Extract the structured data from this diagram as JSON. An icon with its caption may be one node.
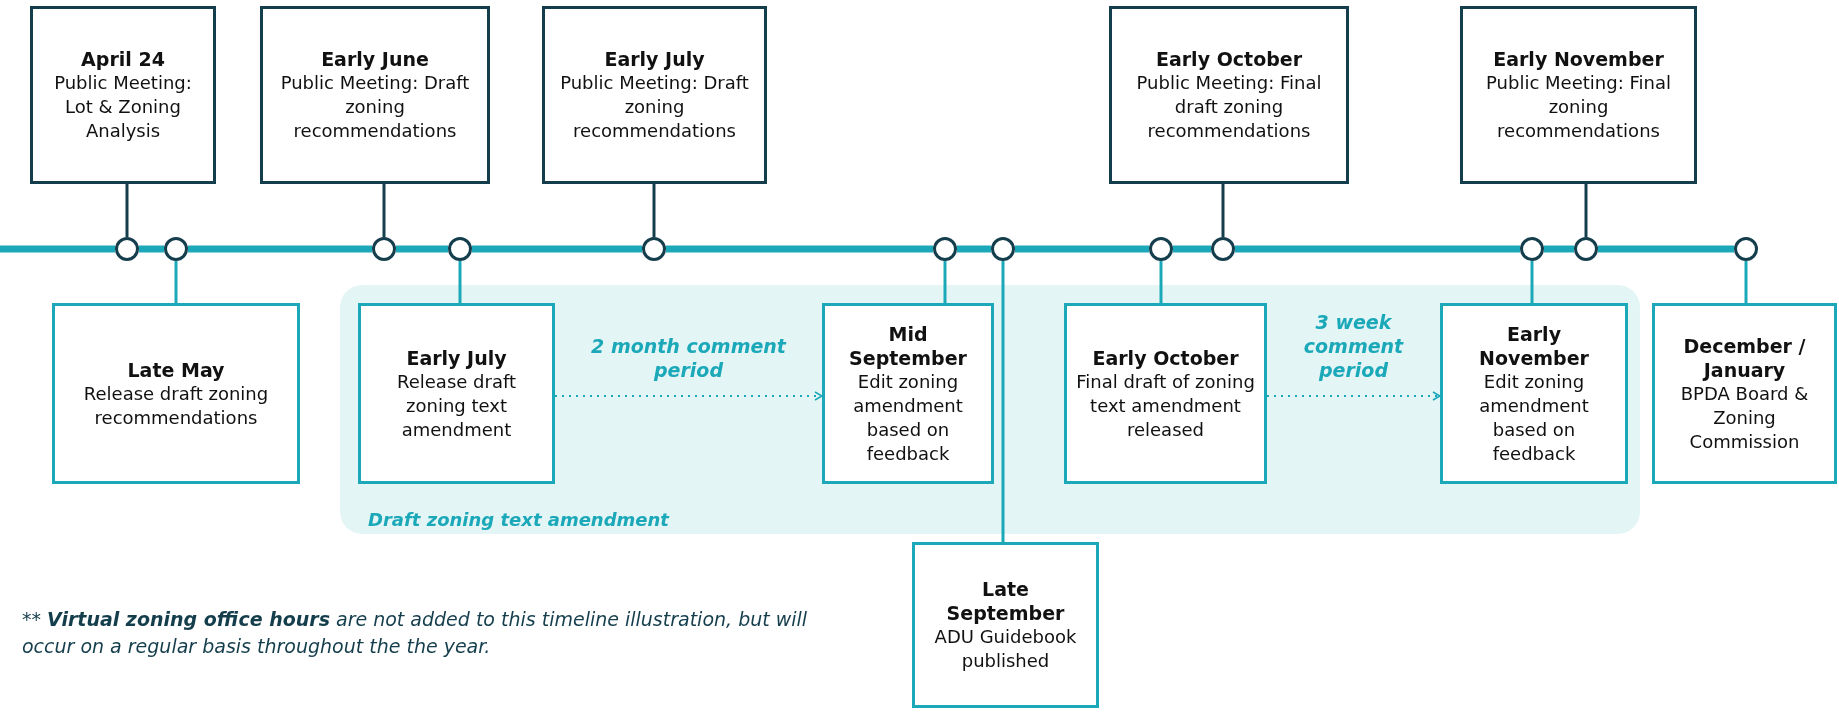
{
  "diagram": {
    "nodes": [
      {
        "text": [
          "April 24",
          "Public Meeting: Lot & Zoning Analysis"
        ]
      },
      {
        "text": [
          "Early June",
          "Public Meeting: Draft zoning recommendations"
        ]
      },
      {
        "text": [
          "Early July",
          "Public Meeting: Draft zoning recommendations"
        ]
      },
      {
        "text": [
          "Early October",
          "Public Meeting: Final draft zoning recommendations"
        ]
      },
      {
        "text": [
          "Early November",
          "Public Meeting: Final zoning recommendations"
        ]
      },
      {
        "text": [],
        "shape": "circle"
      },
      {
        "text": [],
        "shape": "circle"
      },
      {
        "text": [],
        "shape": "circle"
      },
      {
        "text": [],
        "shape": "circle"
      },
      {
        "text": [],
        "shape": "circle"
      },
      {
        "text": [],
        "shape": "circle"
      },
      {
        "text": [],
        "shape": "circle"
      },
      {
        "text": [],
        "shape": "circle"
      },
      {
        "text": [],
        "shape": "circle"
      },
      {
        "text": [],
        "shape": "circle"
      },
      {
        "text": [],
        "shape": "circle"
      },
      {
        "text": [],
        "shape": "circle"
      },
      {
        "text": [
          "Late May",
          "Release draft zoning recommendations"
        ]
      },
      {
        "text": [
          "Draft zoning text amendment"
        ]
      },
      {
        "text": [
          "Early July",
          "Release draft zoning text amendment"
        ],
        "in": 18
      },
      {
        "text": [
          "Mid September",
          "Edit zoning amendment based on feedback"
        ],
        "in": 18
      },
      {
        "text": [
          "Early October",
          "Final draft of zoning text amendment released"
        ],
        "in": 18
      },
      {
        "text": [
          "Early November",
          "Edit zoning amendment based on feedback"
        ],
        "in": 18
      },
      {
        "text": [
          "December / January",
          "BPDA Board & Zoning Commission"
        ]
      },
      {
        "text": [
          "Late September",
          "ADU Guidebook published"
        ]
      }
    ],
    "edges": [
      {
        "from": null,
        "to": 5,
        "arrow": "none",
        "style": "thick"
      },
      {
        "from": 5,
        "to": 6,
        "arrow": "none",
        "style": "thick"
      },
      {
        "from": 6,
        "to": 7,
        "arrow": "none",
        "style": "thick"
      },
      {
        "from": 7,
        "to": 8,
        "arrow": "none",
        "style": "thick"
      },
      {
        "from": 8,
        "to": 9,
        "arrow": "none",
        "style": "thick"
      },
      {
        "from": 9,
        "to": 10,
        "arrow": "none",
        "style": "thick"
      },
      {
        "from": 10,
        "to": 11,
        "arrow": "none",
        "style": "thick"
      },
      {
        "from": 11,
        "to": 12,
        "arrow": "none",
        "style": "thick"
      },
      {
        "from": 12,
        "to": 13,
        "arrow": "none",
        "style": "thick"
      },
      {
        "from": 13,
        "to": 14,
        "arrow": "none",
        "style": "thick"
      },
      {
        "from": 14,
        "to": 15,
        "arrow": "none",
        "style": "thick"
      },
      {
        "from": 15,
        "to": 16,
        "arrow": "none",
        "style": "thick"
      },
      {
        "from": 0,
        "to": 5,
        "arrow": "none",
        "color": "#153e4d"
      },
      {
        "from": 17,
        "to": 6,
        "arrow": "none"
      },
      {
        "from": 1,
        "to": 7,
        "arrow": "none",
        "color": "#153e4d"
      },
      {
        "from": 19,
        "to": 8,
        "arrow": "none"
      },
      {
        "from": 2,
        "to": 9,
        "arrow": "none",
        "color": "#153e4d"
      },
      {
        "from": 20,
        "to": 10,
        "arrow": "none"
      },
      {
        "from": 24,
        "to": 11,
        "arrow": "none"
      },
      {
        "from": 21,
        "to": 12,
        "arrow": "none"
      },
      {
        "from": 3,
        "to": 13,
        "arrow": "none",
        "color": "#153e4d"
      },
      {
        "from": 22,
        "to": 14,
        "arrow": "none"
      },
      {
        "from": 4,
        "to": 15,
        "arrow": "none",
        "color": "#153e4d"
      },
      {
        "from": 23,
        "to": 16,
        "arrow": "none"
      },
      {
        "from": 19,
        "to": 20,
        "arrow": "to",
        "style": "dashed",
        "label": "2 month comment period"
      },
      {
        "from": 21,
        "to": 22,
        "arrow": "to",
        "style": "dashed",
        "label": "3 week comment period"
      }
    ],
    "labels": [
      "** **Virtual zoning office hours** are not added to this timeline illustration, but will occur on a regular basis throughout the the year."
    ]
  }
}
